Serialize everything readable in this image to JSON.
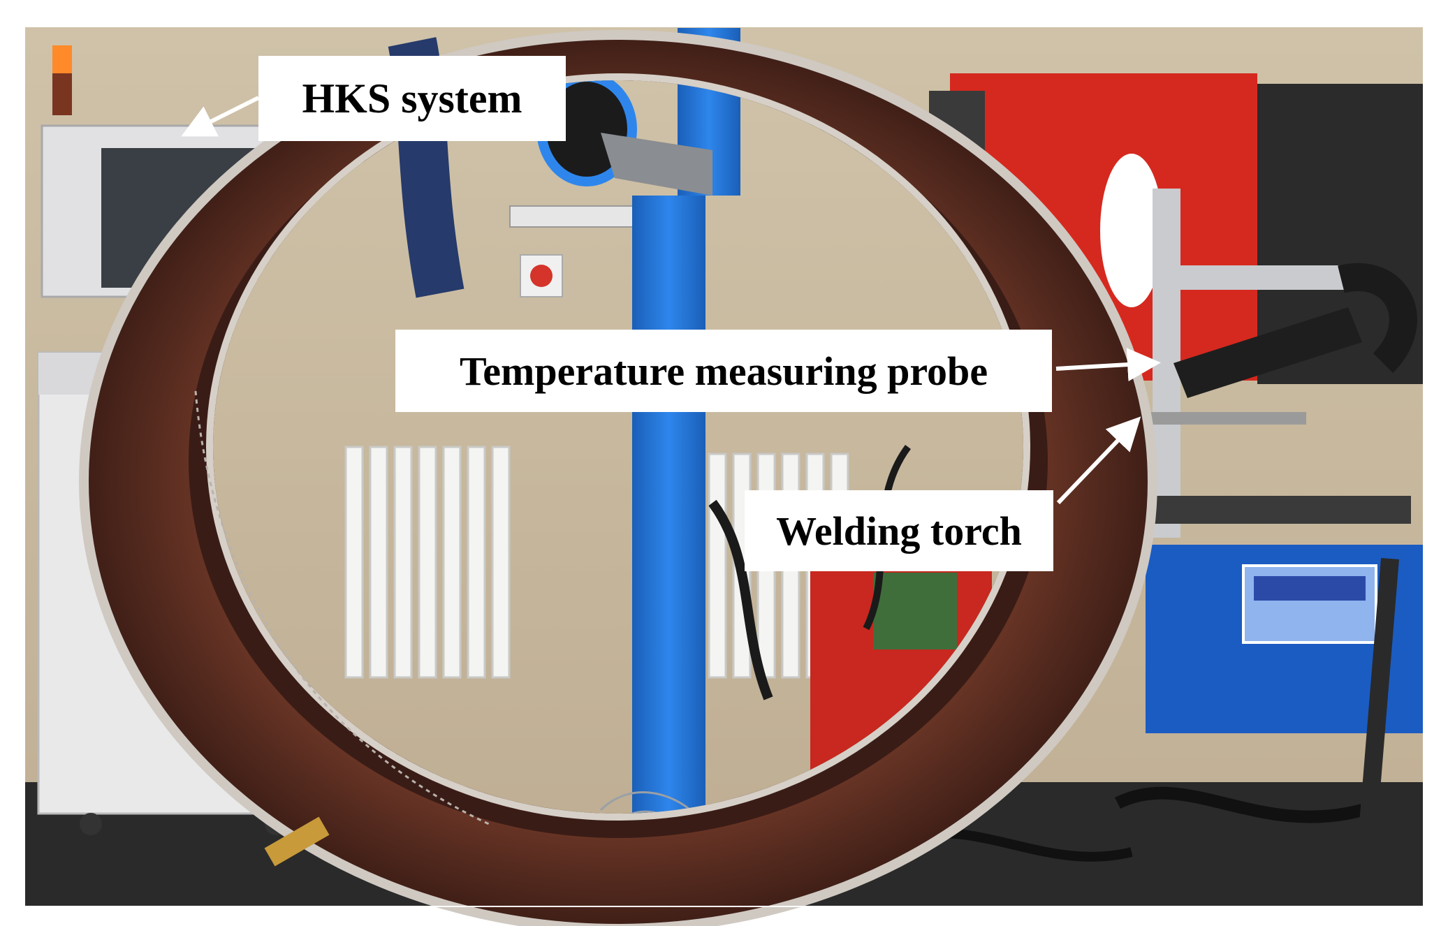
{
  "labels": {
    "hks_system": "HKS system",
    "temperature_probe": "Temperature measuring probe",
    "welding_torch": "Welding torch"
  },
  "colors": {
    "pipe_ring": "#5a2a20",
    "ring_edge": "#c9c3bd",
    "blue_column": "#1f6fd1",
    "fronius_red": "#d5291f",
    "wall": "#d9cdb6",
    "floor": "#2a2a2a",
    "arrow": "#ffffff"
  }
}
